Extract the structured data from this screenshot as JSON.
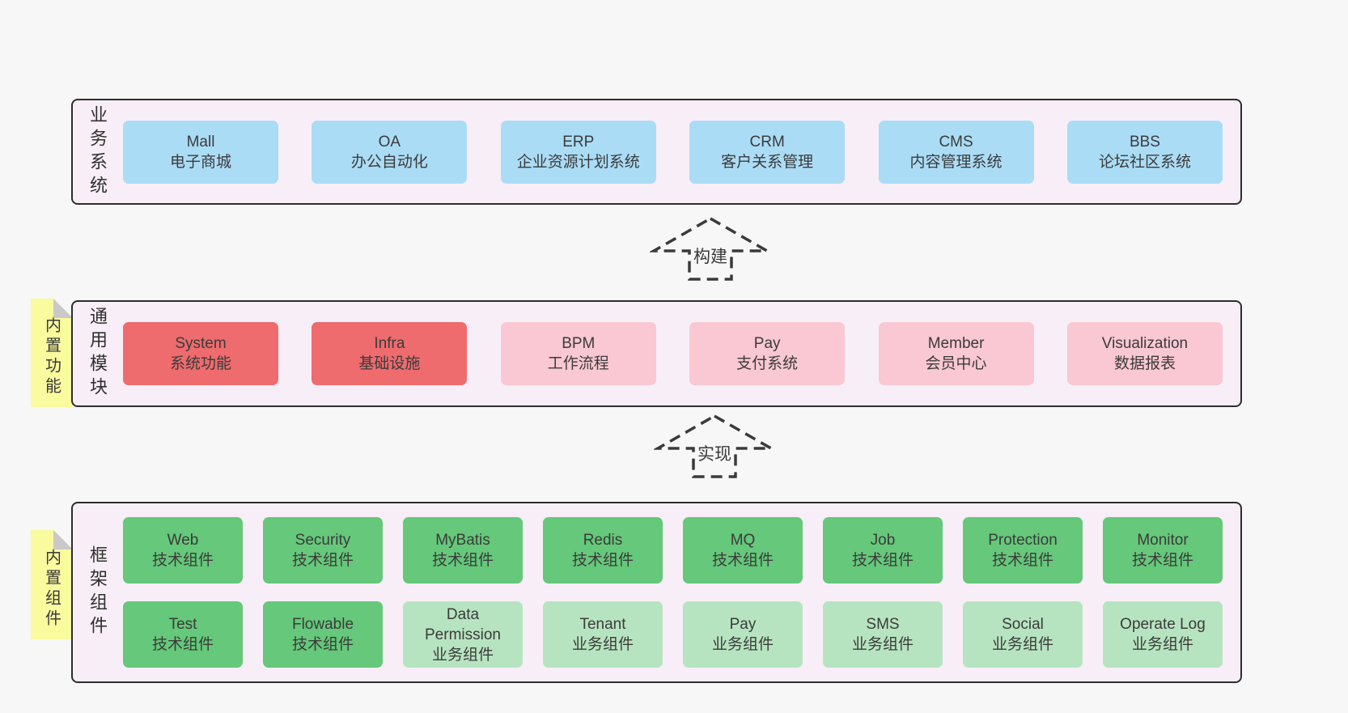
{
  "palette": {
    "page_background": "#f7f7f7",
    "band_background": "#f8eef7",
    "band_border": "#2d2d2d",
    "blue_box": "#abdcf5",
    "red_box": "#ee6b6e",
    "pink_box": "#f9c8d2",
    "green_box": "#65c87a",
    "light_green_box": "#b7e4c0",
    "sticky_yellow": "#fafa9e",
    "sticky_fold_gray": "#c9c9c9",
    "text": "#3b3b3b"
  },
  "arrows": [
    {
      "label": "构建"
    },
    {
      "label": "实现"
    }
  ],
  "bands": [
    {
      "label": "业务系统",
      "rows": [
        [
          {
            "name": "Mall",
            "subtitle": "电子商城"
          },
          {
            "name": "OA",
            "subtitle": "办公自动化"
          },
          {
            "name": "ERP",
            "subtitle": "企业资源计划系统"
          },
          {
            "name": "CRM",
            "subtitle": "客户关系管理"
          },
          {
            "name": "CMS",
            "subtitle": "内容管理系统"
          },
          {
            "name": "BBS",
            "subtitle": "论坛社区系统"
          }
        ]
      ]
    },
    {
      "label": "通用模块",
      "sticky": "内置功能",
      "rows": [
        [
          {
            "name": "System",
            "subtitle": "系统功能"
          },
          {
            "name": "Infra",
            "subtitle": "基础设施"
          },
          {
            "name": "BPM",
            "subtitle": "工作流程"
          },
          {
            "name": "Pay",
            "subtitle": "支付系统"
          },
          {
            "name": "Member",
            "subtitle": "会员中心"
          },
          {
            "name": "Visualization",
            "subtitle": "数据报表"
          }
        ]
      ]
    },
    {
      "label": "框架组件",
      "sticky": "内置组件",
      "rows": [
        [
          {
            "name": "Web",
            "subtitle": "技术组件"
          },
          {
            "name": "Security",
            "subtitle": "技术组件"
          },
          {
            "name": "MyBatis",
            "subtitle": "技术组件"
          },
          {
            "name": "Redis",
            "subtitle": "技术组件"
          },
          {
            "name": "MQ",
            "subtitle": "技术组件"
          },
          {
            "name": "Job",
            "subtitle": "技术组件"
          },
          {
            "name": "Protection",
            "subtitle": "技术组件"
          },
          {
            "name": "Monitor",
            "subtitle": "技术组件"
          }
        ],
        [
          {
            "name": "Test",
            "subtitle": "技术组件"
          },
          {
            "name": "Flowable",
            "subtitle": "技术组件"
          },
          {
            "name": "Data Permission",
            "subtitle": "业务组件"
          },
          {
            "name": "Tenant",
            "subtitle": "业务组件"
          },
          {
            "name": "Pay",
            "subtitle": "业务组件"
          },
          {
            "name": "SMS",
            "subtitle": "业务组件"
          },
          {
            "name": "Social",
            "subtitle": "业务组件"
          },
          {
            "name": "Operate Log",
            "subtitle": "业务组件"
          }
        ]
      ]
    }
  ]
}
